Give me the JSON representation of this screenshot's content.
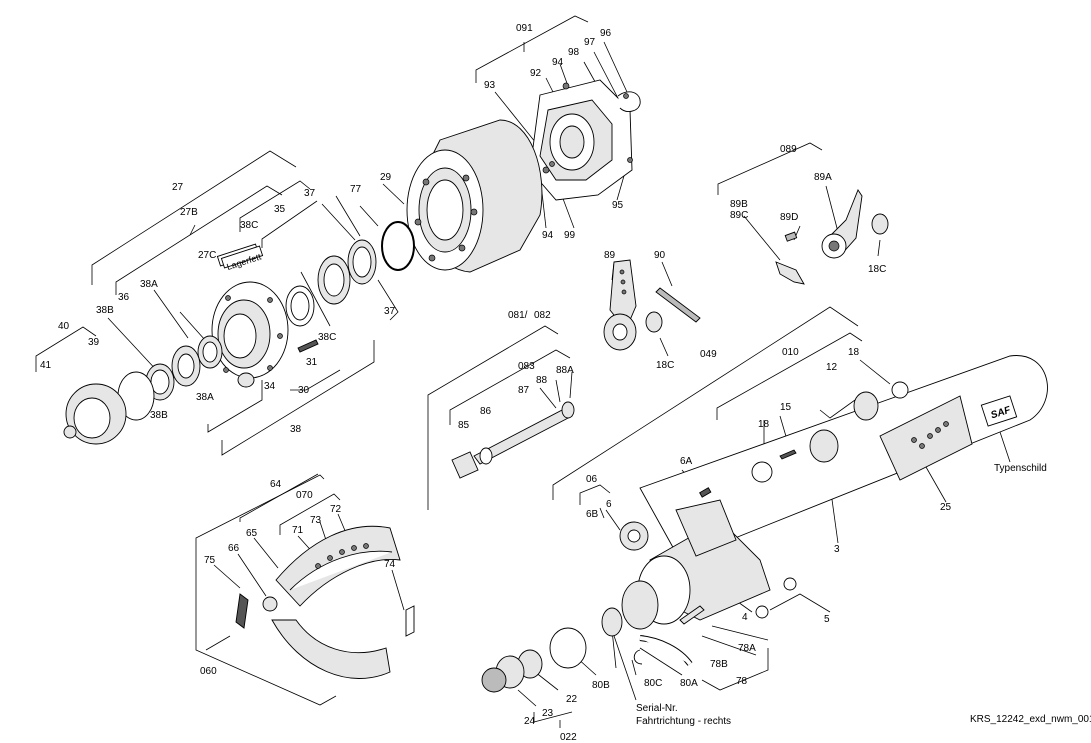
{
  "diagram": {
    "labels": {
      "l091": "091",
      "l96": "96",
      "l97": "97",
      "l98": "98",
      "l94a": "94",
      "l92": "92",
      "l93": "93",
      "l94b": "94",
      "l99": "99",
      "l95": "95",
      "l29": "29",
      "l77": "77",
      "l37a": "37",
      "l37b": "37",
      "l35": "35",
      "l38c_a": "38C",
      "l38c_b": "38C",
      "l27": "27",
      "l27b": "27B",
      "l27c": "27C",
      "lager": "Lagerfett",
      "l40": "40",
      "l41": "41",
      "l39": "39",
      "l38b_a": "38B",
      "l38b_b": "38B",
      "l36": "36",
      "l38a_a": "38A",
      "l38a_b": "38A",
      "l34": "34",
      "l31": "31",
      "l30": "30",
      "l38": "38",
      "l089": "089",
      "l89a": "89A",
      "l89b": "89B",
      "l89c": "89C",
      "l89d": "89D",
      "l18c_a": "18C",
      "l89": "89",
      "l90": "90",
      "l18c_b": "18C",
      "l081": "081/",
      "l082": "082",
      "l083": "083",
      "l88": "88",
      "l88a": "88A",
      "l87": "87",
      "l86": "86",
      "l85": "85",
      "l049": "049",
      "l010": "010",
      "l18a": "18",
      "l18b": "18",
      "l12": "12",
      "l15": "15",
      "l3": "3",
      "l25": "25",
      "typenschild": "Typenschild",
      "saf": "SAF",
      "l64": "64",
      "l070": "070",
      "l73": "73",
      "l72": "72",
      "l71": "71",
      "l65": "65",
      "l66": "66",
      "l75": "75",
      "l74": "74",
      "l060": "060",
      "l06": "06",
      "l6": "6",
      "l6b": "6B",
      "l6a": "6A",
      "l4": "4",
      "l5": "5",
      "l78a": "78A",
      "l78b": "78B",
      "l78": "78",
      "l80a": "80A",
      "l80b": "80B",
      "l80c": "80C",
      "l22": "22",
      "l23": "23",
      "l24": "24",
      "l022": "022",
      "serial1": "Serial-Nr.",
      "serial2": "Fahrtrichtung - rechts",
      "docid": "KRS_12242_exd_nwm_001"
    }
  }
}
